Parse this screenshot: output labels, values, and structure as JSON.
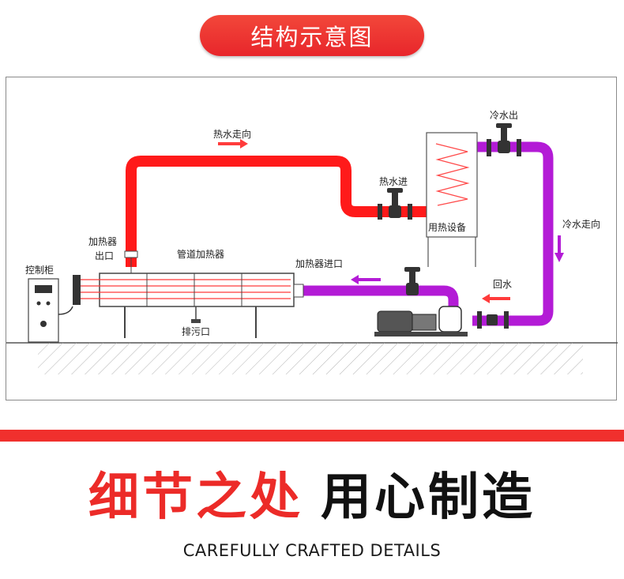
{
  "header": {
    "title": "结构示意图"
  },
  "diagram": {
    "labels": {
      "hot_water_flow": "热水走向",
      "hot_water_in": "热水进",
      "cold_water_out": "冷水出",
      "cold_water_flow": "冷水走向",
      "heat_equipment": "用热设备",
      "heater_outlet_line1": "加热器",
      "heater_outlet_line2": "出口",
      "pipe_heater": "管道加热器",
      "control_cabinet": "控制柜",
      "heater_inlet": "加热器进口",
      "return_water": "回水",
      "drain_outlet": "排污口"
    },
    "colors": {
      "hot_pipe": "#ff1a1a",
      "cold_pipe": "#b31bd6",
      "brand_red": "#ec2b28"
    }
  },
  "slogan": {
    "red_part": "细节之处",
    "black_part": "用心制造"
  },
  "subtitle": "CAREFULLY CRAFTED DETAILS"
}
